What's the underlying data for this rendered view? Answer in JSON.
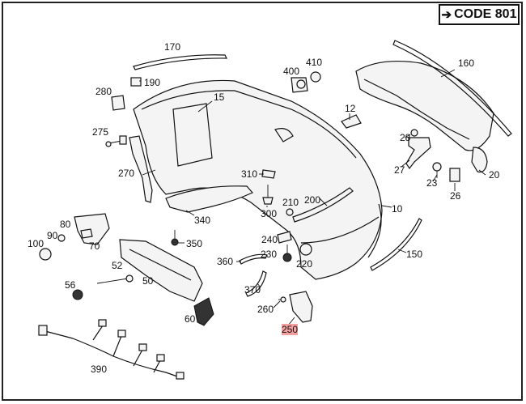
{
  "code": {
    "arrow": "➔",
    "label": "CODE 801"
  },
  "parts": {
    "p10": "10",
    "p12": "12",
    "p15": "15",
    "p20": "20",
    "p23": "23",
    "p26": "26",
    "p27": "27",
    "p28": "28",
    "p50": "50",
    "p52": "52",
    "p56": "56",
    "p60": "60",
    "p70": "70",
    "p80": "80",
    "p90": "90",
    "p100": "100",
    "p150": "150",
    "p160": "160",
    "p170": "170",
    "p190": "190",
    "p200": "200",
    "p210": "210",
    "p220": "220",
    "p230": "230",
    "p240": "240",
    "p250": "250",
    "p260": "260",
    "p270": "270",
    "p275": "275",
    "p280": "280",
    "p300": "300",
    "p310": "310",
    "p340": "340",
    "p350": "350",
    "p360": "360",
    "p370": "370",
    "p390": "390",
    "p400": "400",
    "p410": "410"
  },
  "highlight_color": "#f5a0a0"
}
